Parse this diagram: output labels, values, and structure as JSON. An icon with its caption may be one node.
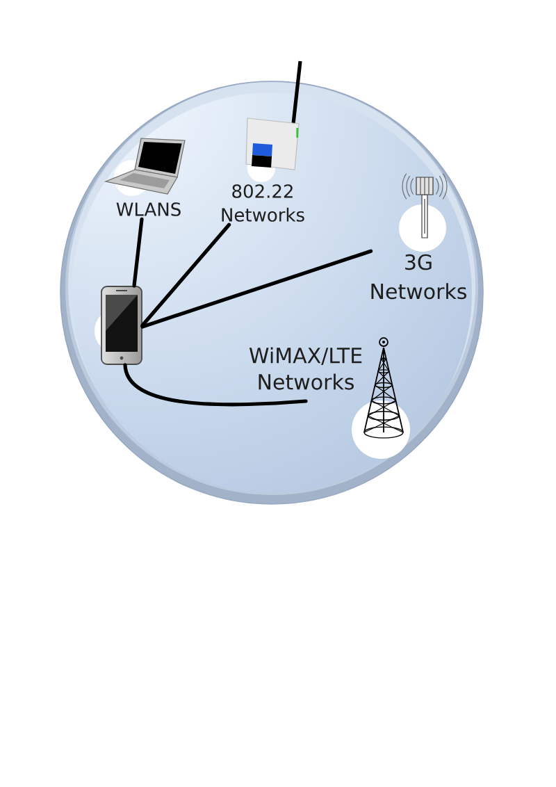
{
  "diagram": {
    "nodes": [
      {
        "text": [],
        "shape": "circle"
      },
      {
        "text": [
          "WLANS"
        ],
        "in": 0
      },
      {
        "text": [
          "802.22 Networks"
        ],
        "in": 0
      },
      {
        "text": [
          "3G Networks"
        ],
        "in": 0
      },
      {
        "text": [],
        "shape": "picture",
        "in": 0
      },
      {
        "text": [
          "WiMAX/LTE Networks"
        ],
        "in": 0
      }
    ],
    "edges": [
      {
        "from": 4,
        "to": 1,
        "arrow": "none"
      },
      {
        "from": 4,
        "to": 2,
        "arrow": "none"
      },
      {
        "from": 4,
        "to": 3,
        "arrow": "none"
      },
      {
        "from": 4,
        "to": 5,
        "arrow": "none"
      }
    ]
  }
}
